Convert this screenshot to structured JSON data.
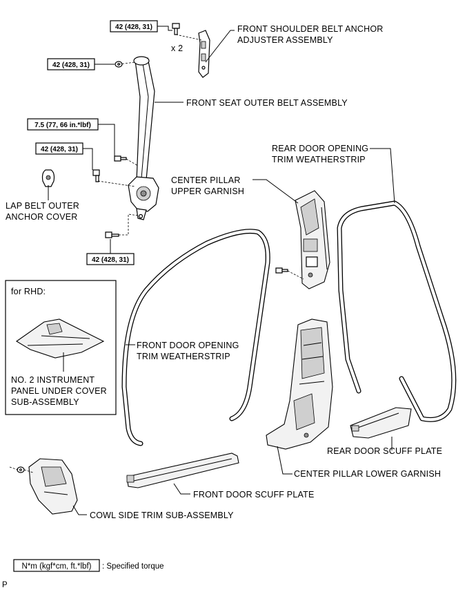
{
  "labels": {
    "shoulder_adjuster_line1": "FRONT SHOULDER BELT ANCHOR",
    "shoulder_adjuster_line2": "ADJUSTER ASSEMBLY",
    "outer_belt": "FRONT SEAT OUTER BELT ASSEMBLY",
    "rear_ws_line1": "REAR DOOR OPENING",
    "rear_ws_line2": "TRIM WEATHERSTRIP",
    "center_upper_line1": "CENTER PILLAR",
    "center_upper_line2": "UPPER GARNISH",
    "lap_cover_line1": "LAP BELT OUTER",
    "lap_cover_line2": "ANCHOR COVER",
    "rhd_title": "for RHD:",
    "instr_line1": "NO. 2 INSTRUMENT",
    "instr_line2": "PANEL UNDER COVER",
    "instr_line3": "SUB-ASSEMBLY",
    "front_ws_line1": "FRONT DOOR OPENING",
    "front_ws_line2": "TRIM WEATHERSTRIP",
    "rear_scuff": "REAR DOOR SCUFF PLATE",
    "center_lower": "CENTER PILLAR LOWER GARNISH",
    "front_scuff": "FRONT DOOR SCUFF PLATE",
    "cowl_trim": "COWL SIDE TRIM SUB-ASSEMBLY",
    "qty": "x 2"
  },
  "torques": {
    "t1": "42 (428, 31)",
    "t2": "42 (428, 31)",
    "t3": "7.5 (77, 66 in.*lbf)",
    "t4": "42 (428, 31)",
    "t5": "42 (428, 31)"
  },
  "legend": {
    "unit_box": "N*m (kgf*cm, ft.*lbf)",
    "description": ": Specified torque"
  },
  "footer_code": "P"
}
